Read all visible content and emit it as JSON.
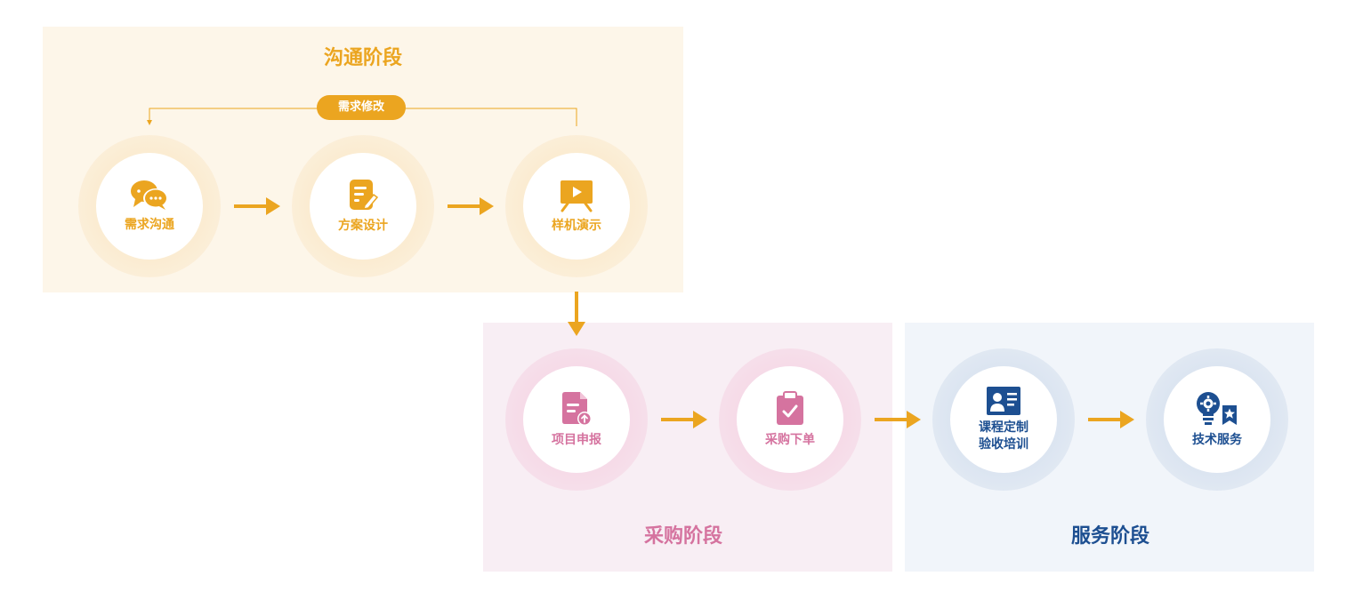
{
  "stages": {
    "communication": {
      "title": "沟通阶段",
      "badge": "需求修改",
      "nodes": [
        {
          "label": "需求沟通",
          "icon": "chat-bubbles-icon"
        },
        {
          "label": "方案设计",
          "icon": "document-edit-icon"
        },
        {
          "label": "样机演示",
          "icon": "presentation-board-icon"
        }
      ]
    },
    "procurement": {
      "title": "采购阶段",
      "nodes": [
        {
          "label": "项目申报",
          "icon": "document-upload-icon"
        },
        {
          "label": "采购下单",
          "icon": "clipboard-check-icon"
        }
      ]
    },
    "service": {
      "title": "服务阶段",
      "nodes": [
        {
          "label_line1": "课程定制",
          "label_line2": "验收培训",
          "icon": "id-card-icon"
        },
        {
          "label": "技术服务",
          "icon": "lightbulb-gear-icon"
        }
      ]
    }
  },
  "colors": {
    "communication": "#eba520",
    "procurement": "#d5739f",
    "service": "#1d4f91",
    "arrow": "#eba520"
  }
}
